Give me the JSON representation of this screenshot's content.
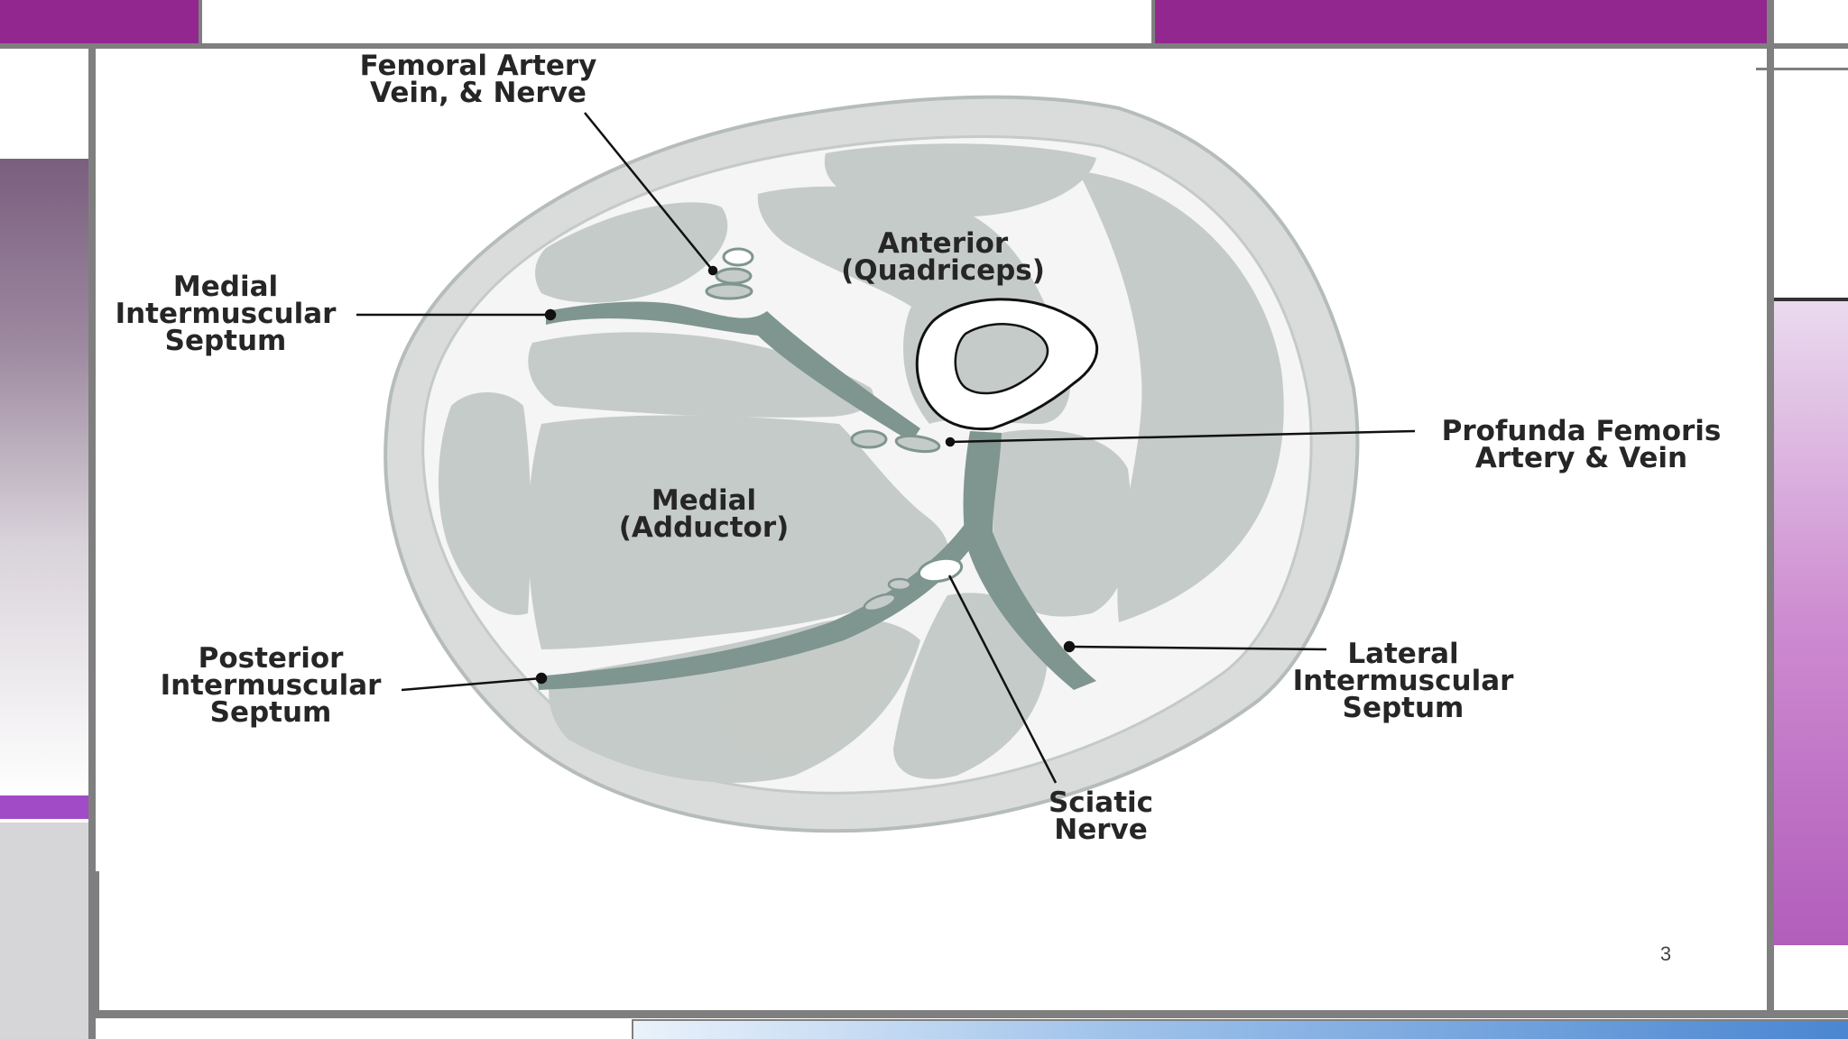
{
  "slide": {
    "page_number": "3",
    "colors": {
      "accent_purple": "#92278f",
      "frame_gray": "#7f7f7f",
      "light_purple": "#d7b3dc",
      "mauve": "#7a5f7e",
      "blue_bar": "#4a86d1",
      "muscle_fill": "#c5cbc8",
      "septum_fill": "#7f9590",
      "outline": "#b6bdb9"
    }
  },
  "diagram": {
    "labels": {
      "femoral": [
        "Femoral Artery",
        "Vein, & Nerve"
      ],
      "medial_septum": [
        "Medial",
        "Intermuscular",
        "Septum"
      ],
      "anterior": [
        "Anterior",
        "(Quadriceps)"
      ],
      "profunda": [
        "Profunda Femoris",
        "Artery & Vein"
      ],
      "medial_adductor": [
        "Medial",
        "(Adductor)"
      ],
      "posterior_septum": [
        "Posterior",
        "Intermuscular",
        "Septum"
      ],
      "lateral_septum": [
        "Lateral",
        "Intermuscular",
        "Septum"
      ],
      "sciatic": [
        "Sciatic",
        "Nerve"
      ]
    }
  }
}
